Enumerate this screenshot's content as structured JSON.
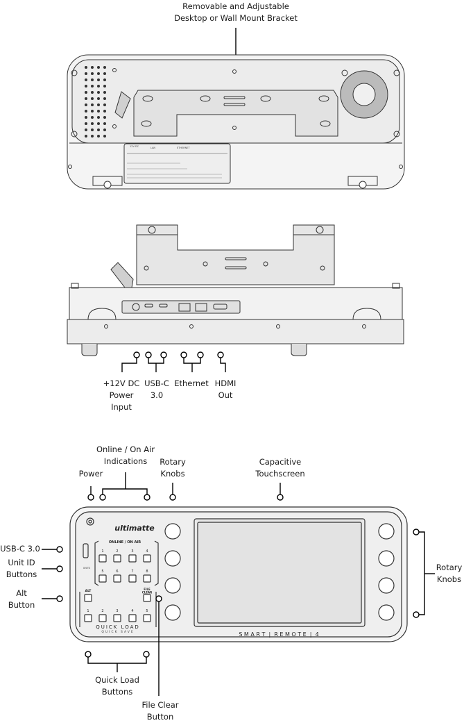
{
  "back_view": {
    "bracket_label": "Removable and Adjustable\nDesktop or Wall Mount Bracket",
    "port_labels": [
      "LAN",
      "ETHERNET",
      "12V DC"
    ]
  },
  "rear_view": {
    "labels": {
      "power": "+12V DC\nPower\nInput",
      "usbc": "USB-C\n3.0",
      "ethernet": "Ethernet",
      "hdmi": "HDMI\nOut"
    }
  },
  "front_view": {
    "labels": {
      "power": "Power",
      "online": "Online / On Air\nIndications",
      "rotary_top": "Rotary\nKnobs",
      "touchscreen": "Capacitive\nTouchscreen",
      "usbc": "USB-C 3.0",
      "unit_id": "Unit ID\nButtons",
      "alt": "Alt\nButton",
      "rotary_right": "Rotary\nKnobs",
      "quick_load": "Quick Load\nButtons",
      "file_clear": "File Clear\nButton"
    },
    "device": {
      "brand": "ultimatte",
      "online_header": "ONLINE / ON AIR",
      "units_label": "UNITS",
      "unit_row1": [
        "1",
        "2",
        "3",
        "4"
      ],
      "unit_row2": [
        "5",
        "6",
        "7",
        "8"
      ],
      "alt_label": "ALT",
      "file_clear_label": "FILE\nCLEAR",
      "quick_numbers": [
        "1",
        "2",
        "3",
        "4",
        "5"
      ],
      "quick_load_text": "QUICK LOAD",
      "quick_save_text": "QUICK SAVE",
      "product_name": "S M A R T  |  R E M O T E  |  4"
    }
  }
}
